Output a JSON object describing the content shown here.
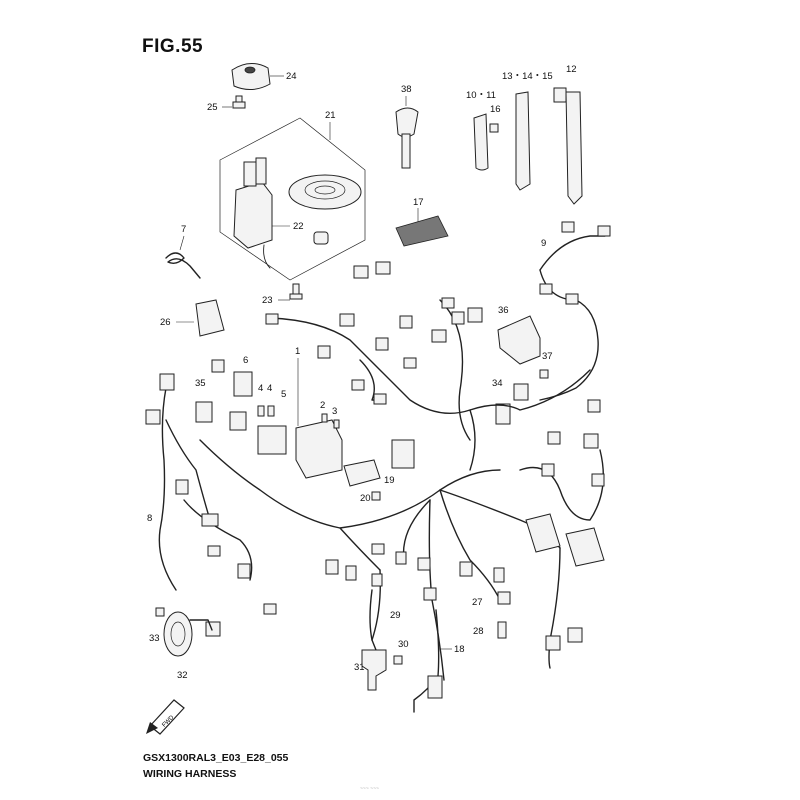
{
  "figure": {
    "title": "FIG.55",
    "code": "GSX1300RAL3_E03_E28_055",
    "subtitle": "WIRING HARNESS",
    "footer_mark": "~~~ ~~~"
  },
  "callouts": {
    "c1": "1",
    "c2": "2",
    "c3": "3",
    "c4a": "4",
    "c4b": "4",
    "c5": "5",
    "c6": "6",
    "c7": "7",
    "c8": "8",
    "c9": "9",
    "c10_11": "10・11",
    "c12": "12",
    "c13_15": "13・14・15",
    "c16": "16",
    "c17": "17",
    "c18": "18",
    "c19": "19",
    "c20": "20",
    "c21": "21",
    "c22": "22",
    "c23": "23",
    "c24": "24",
    "c25": "25",
    "c26": "26",
    "c27": "27",
    "c28": "28",
    "c29": "29",
    "c30": "30",
    "c31": "31",
    "c32": "32",
    "c33": "33",
    "c34": "34",
    "c35": "35",
    "c36": "36",
    "c37": "37",
    "c38": "38"
  },
  "icons": {
    "front_arrow": "fwd-arrow-icon",
    "front_arrow_text": "FWD"
  }
}
